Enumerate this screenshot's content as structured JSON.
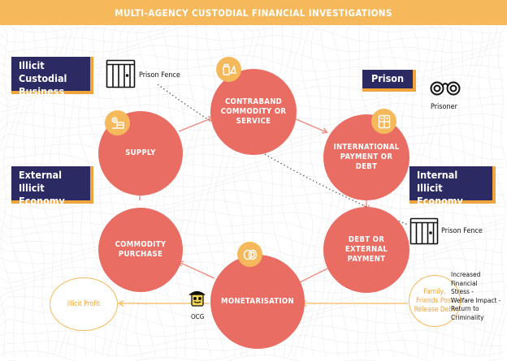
{
  "title": "MULTI-AGENCY CUSTODIAL FINANCIAL INVESTIGATIONS",
  "tags": {
    "illicit_model": "Illicit Custodial\nBusiness Model",
    "prison": "Prison",
    "external": "External Illicit\nEconomy",
    "internal": "Internal Illicit\nEconomy"
  },
  "cycle": {
    "contraband": "CONTRABAND\nCOMMODITY OR\nSERVICE",
    "international": "INTERNATIONAL\nPAYMENT OR DEBT",
    "debt": "DEBT OR EXTERNAL\nPAYMENT",
    "monetarisation": "MONETARISATION",
    "commodity": "COMMODITY\nPURCHASE",
    "supply": "SUPPLY"
  },
  "outer": {
    "illicit_profit": "Illicit Profit",
    "family": "Family,\nFriends Post\nRelease Debt"
  },
  "labels": {
    "prison_fence_top": "Prison Fence",
    "prison_fence_right": "Prison Fence",
    "prisoner": "Prisoner",
    "ocg": "OCG",
    "side_note": "Increased\nFinancial\nStress -\nWelfare Impact -\nReturn to\nCriminality"
  },
  "icons": [
    "prison-fence-icon",
    "contraband-icon",
    "handcuffs-icon",
    "calculator-icon",
    "supply-boxes-icon",
    "coins-icon",
    "ocg-masked-figure-icon"
  ],
  "colors": {
    "accent": "#f5b95b",
    "node": "#e96d62",
    "navy": "#2c2a63",
    "arrow": "#f08a7e"
  }
}
